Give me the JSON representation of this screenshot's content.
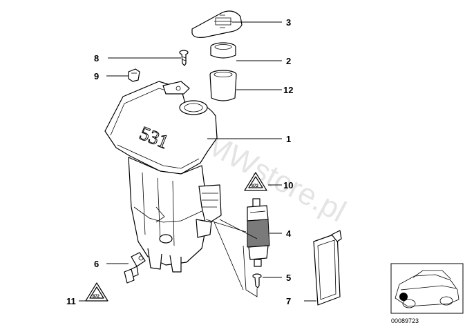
{
  "diagram": {
    "callouts": [
      "1",
      "2",
      "3",
      "4",
      "5",
      "6",
      "7",
      "8",
      "9",
      "10",
      "11",
      "12"
    ],
    "engine_badge": "531",
    "watermark": "www.BMWstore.pl",
    "reference_number": "00089723",
    "warning_label_text": "872"
  }
}
